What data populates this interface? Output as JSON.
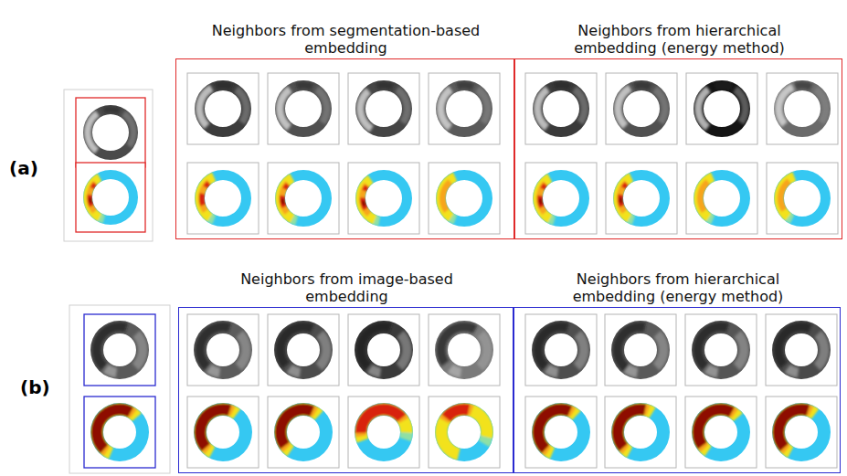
{
  "diagram": {
    "nodes": [
      {
        "text": [
          "Neighbors from segmentation-based embedding"
        ]
      },
      {
        "text": [
          "Neighbors from hierarchical embedding (energy method)"
        ]
      },
      {
        "text": [
          "Neighbors from image-based embedding"
        ]
      },
      {
        "text": [
          "Neighbors from hierarchical embedding (energy method)"
        ]
      }
    ],
    "labels": [
      "(a)",
      "(b)"
    ]
  }
}
